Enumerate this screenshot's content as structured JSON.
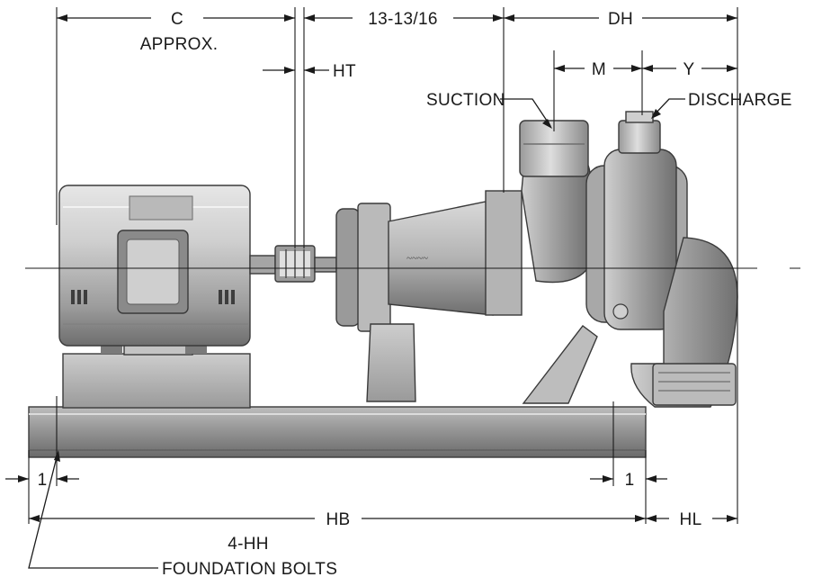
{
  "diagram": {
    "dimensions": {
      "c": "C",
      "approx": "APPROX.",
      "ht": "HT",
      "thirteen": "13-13/16",
      "dh": "DH",
      "m": "M",
      "y": "Y",
      "one_left": "1",
      "one_right": "1",
      "hb": "HB",
      "hl": "HL"
    },
    "callouts": {
      "suction": "SUCTION",
      "discharge": "DISCHARGE",
      "bolts_count": "4-HH",
      "bolts_label": "FOUNDATION BOLTS"
    },
    "parts": [
      "motor",
      "coupling",
      "bearing-frame",
      "pump-casing",
      "suction-nozzle",
      "discharge-nozzle",
      "motor-pedestal",
      "pump-support",
      "base-rail"
    ],
    "colors": {
      "ink": "#1a1a1a",
      "metal_light": "#d6d6d6",
      "metal_mid": "#a9a9a9",
      "metal_dark": "#5e5e5e",
      "paper": "#ffffff"
    }
  }
}
